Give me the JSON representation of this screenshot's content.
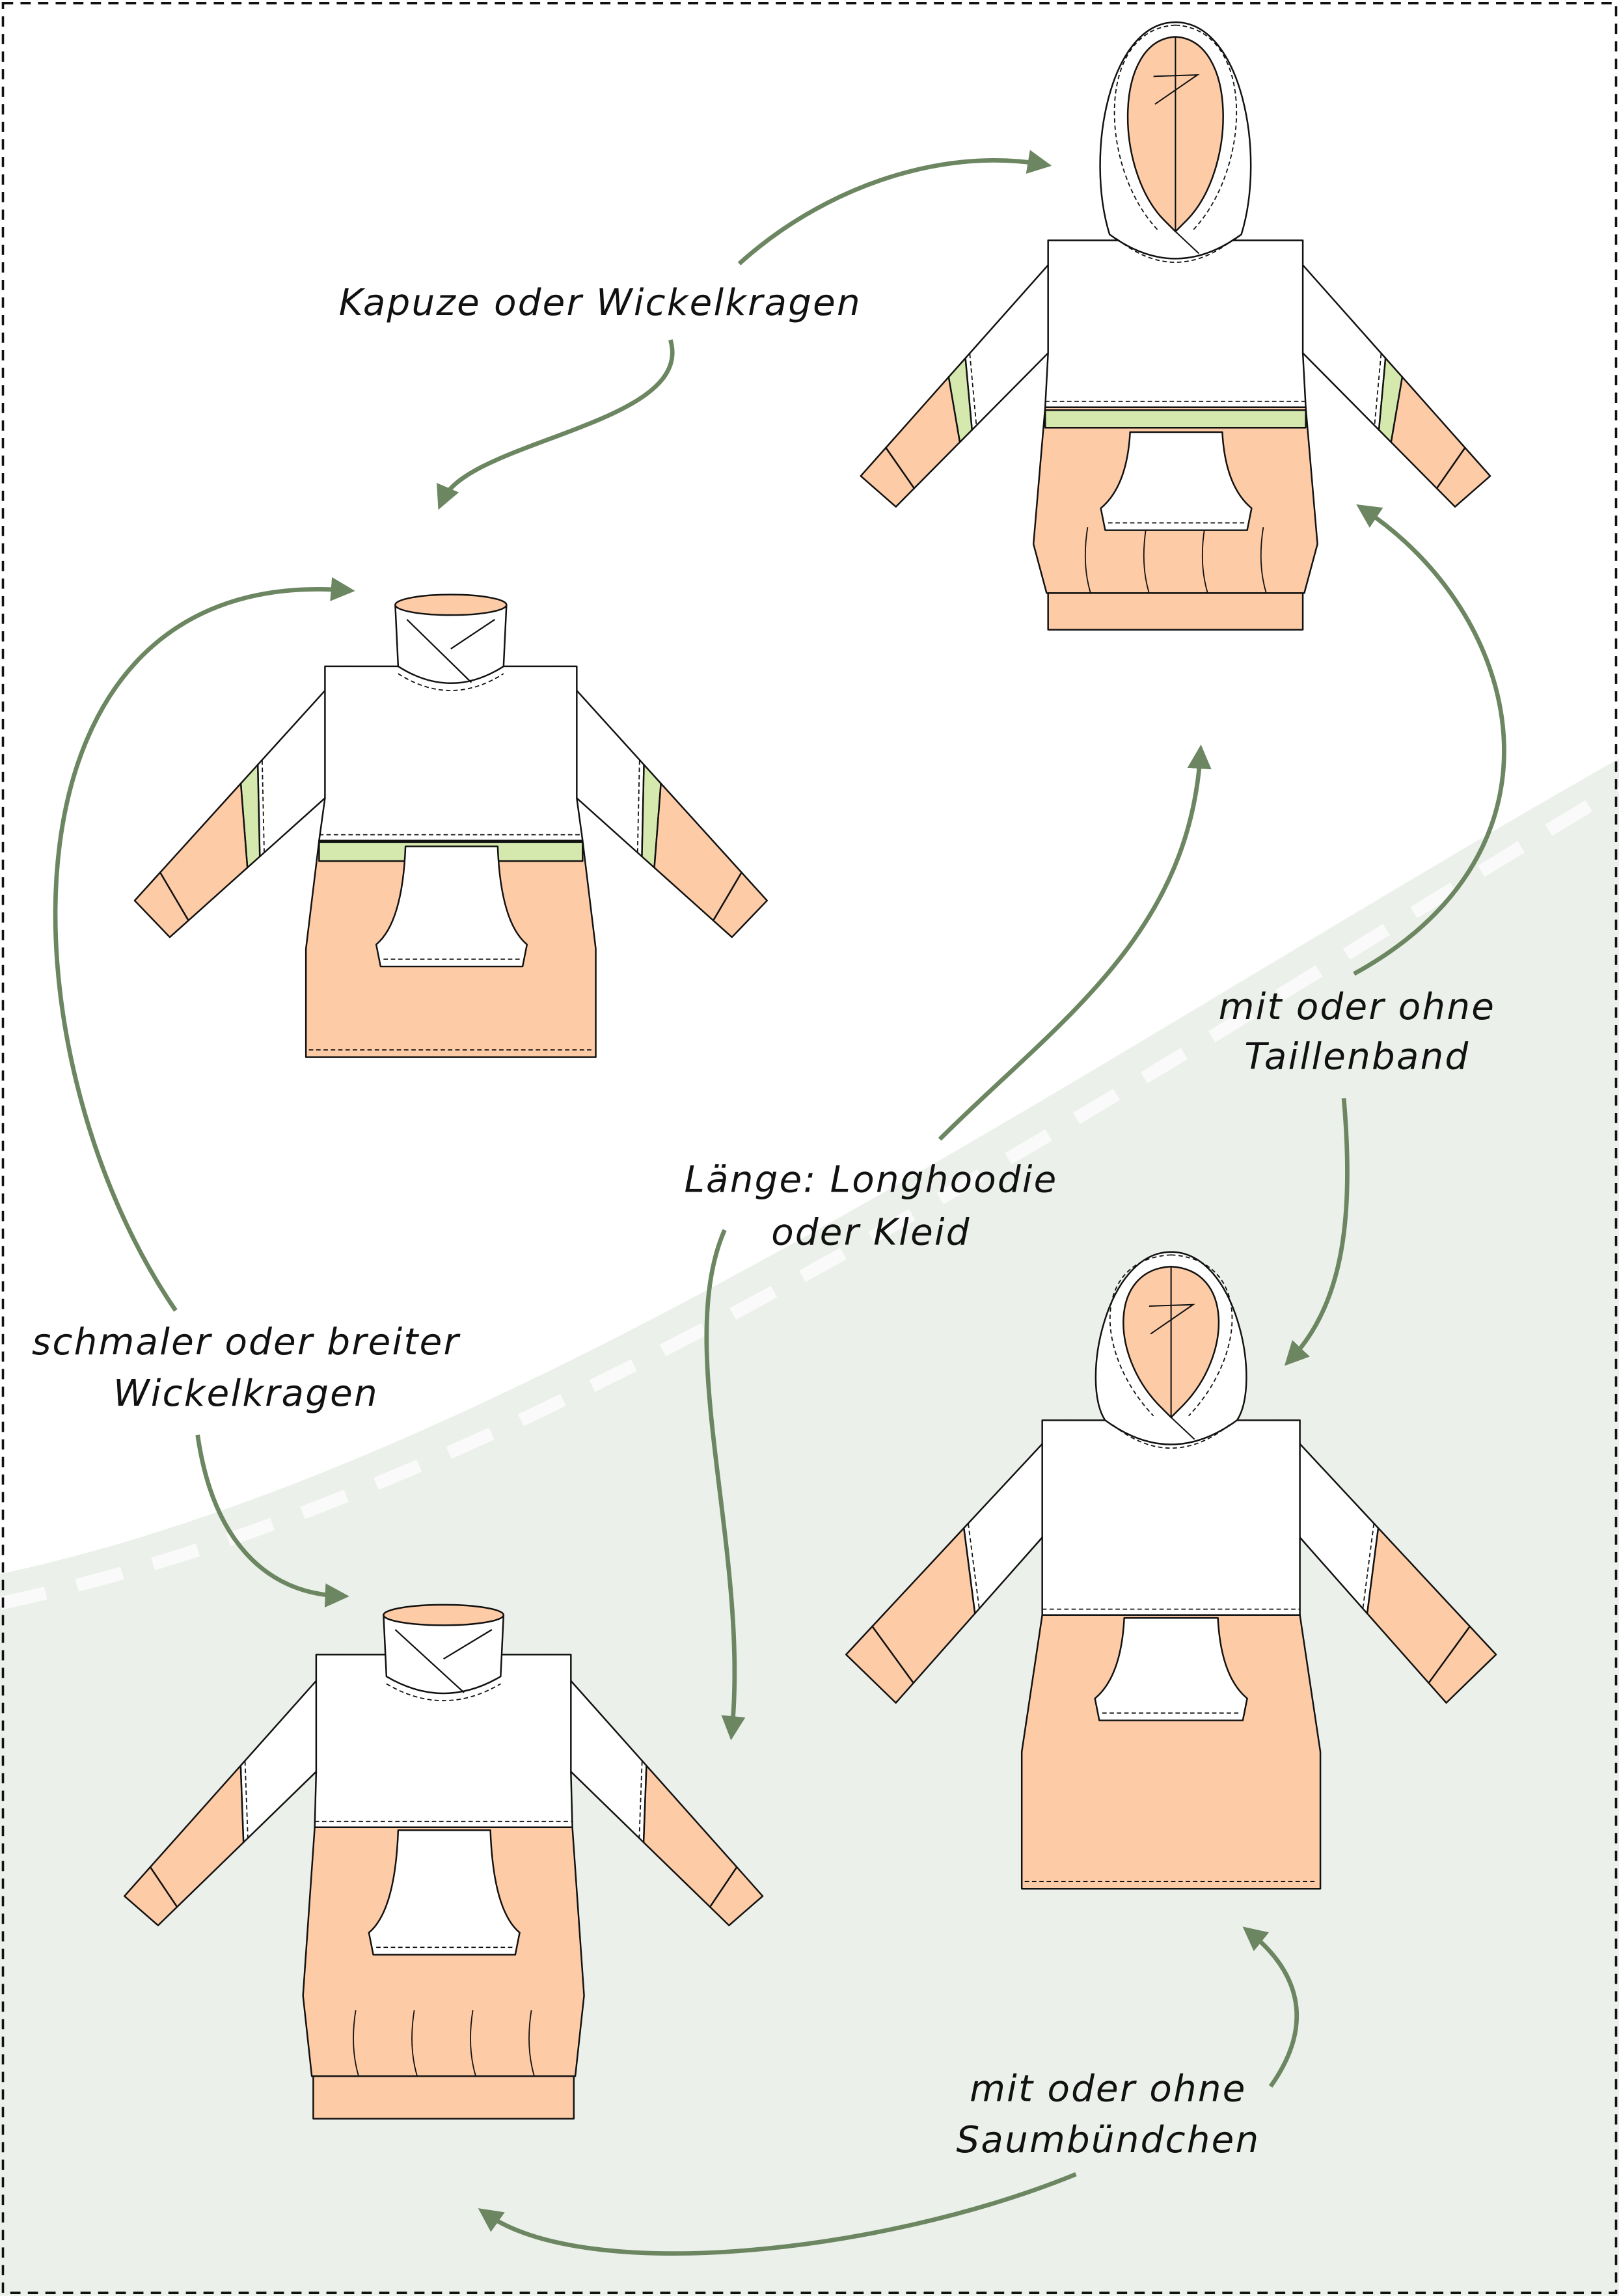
{
  "colors": {
    "peach": "#FDCBA6",
    "green_band": "#D5E8AE",
    "background_area": "#EBF0EA",
    "arrow": "#6B8661",
    "outline": "#111111"
  },
  "labels": {
    "hood_or_collar": "Kapuze oder Wickelkragen",
    "collar_width_line1": "schmaler oder breiter",
    "collar_width_line2": "Wickelkragen",
    "length_line1": "Länge: Longhoodie",
    "length_line2": "oder Kleid",
    "waistband_line1": "mit oder ohne",
    "waistband_line2": "Taillenband",
    "hemband_line1": "mit oder ohne",
    "hemband_line2": "Saumbündchen"
  },
  "garments": [
    {
      "name": "hoodie-hood-waistband-hemband",
      "neckline": "hood",
      "waistband": true,
      "hemband": true
    },
    {
      "name": "hoodie-wrap-collar-waistband",
      "neckline": "wrap-collar",
      "waistband": true,
      "hemband": false
    },
    {
      "name": "longhoodie-wrap-collar-hemband",
      "neckline": "wrap-collar",
      "waistband": false,
      "hemband": true
    },
    {
      "name": "dress-hood",
      "neckline": "hood",
      "waistband": false,
      "hemband": false
    }
  ]
}
